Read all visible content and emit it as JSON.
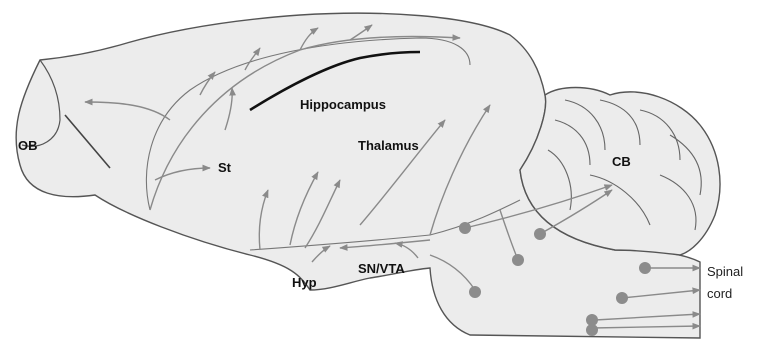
{
  "diagram": {
    "labels": {
      "ob": "OB",
      "st": "St",
      "hippocampus": "Hippocampus",
      "thalamus": "Thalamus",
      "cb": "CB",
      "hyp": "Hyp",
      "sn_vta": "SN/VTA",
      "spinal_line1": "Spinal",
      "spinal_line2": "cord"
    },
    "colors": {
      "brain_fill": "#ececec",
      "outline": "#555555",
      "pathway": "#8a8a8a",
      "nucleus_dot": "#8c8c8c",
      "hippocampus_line": "#111111"
    }
  }
}
